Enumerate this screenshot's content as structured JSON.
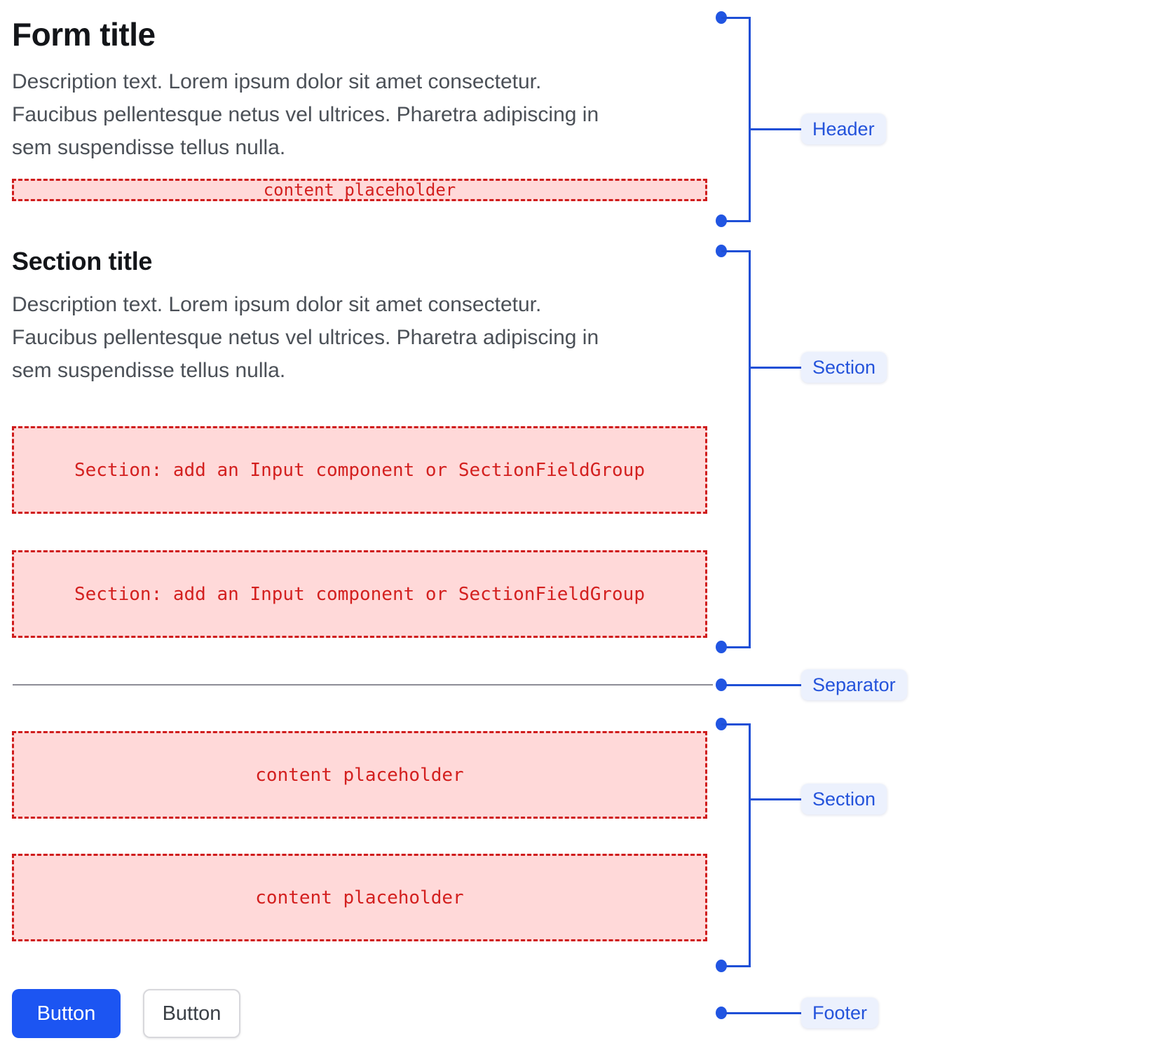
{
  "form": {
    "header": {
      "title": "Form title",
      "description_lines": [
        "Description text. Lorem ipsum dolor sit amet consectetur.",
        "Faucibus pellentesque netus vel ultrices. Pharetra adipiscing in",
        "sem suspendisse tellus nulla."
      ],
      "placeholder": "content placeholder"
    },
    "section": {
      "title": "Section title",
      "description_lines": [
        "Description text. Lorem ipsum dolor sit amet consectetur.",
        "Faucibus pellentesque netus vel ultrices. Pharetra adipiscing in",
        "sem suspendisse tellus nulla."
      ],
      "input_placeholder_1": "Section: add an Input component or SectionFieldGroup",
      "input_placeholder_2": "Section: add an Input component or SectionFieldGroup"
    },
    "section2": {
      "placeholder_1": "content placeholder",
      "placeholder_2": "content placeholder"
    },
    "footer": {
      "primary_button_label": "Button",
      "secondary_button_label": "Button"
    }
  },
  "annotations": {
    "header_label": "Header",
    "section1_label": "Section",
    "separator_label": "Separator",
    "section2_label": "Section",
    "footer_label": "Footer"
  },
  "colors": {
    "annotation_blue": "#1e4fd6",
    "annotation_label_bg": "#ecf1fd",
    "placeholder_bg": "#ffd9d9",
    "placeholder_border": "#cf1c1c",
    "placeholder_text": "#d3201f",
    "primary_button_bg": "#1c55f2",
    "separator_gray": "#8d8d96"
  }
}
